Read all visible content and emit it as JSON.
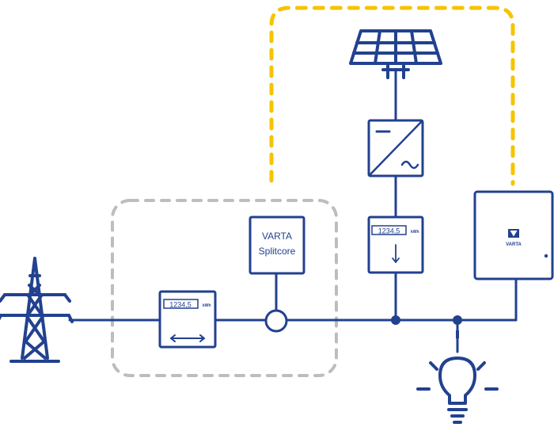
{
  "colors": {
    "line": "#22418f",
    "yellow": "#f5c400",
    "gray": "#bdbdbd",
    "white": "#ffffff"
  },
  "meter_main": {
    "reading": "1234,5",
    "unit": "kWh"
  },
  "meter_pv": {
    "reading": "1234,5",
    "unit": "kWh"
  },
  "splitcore": {
    "line1": "VARTA",
    "line2": "Splitcore"
  },
  "storage": {
    "brand": "VARTA"
  },
  "icons": [
    "pylon-icon",
    "solar-panel-icon",
    "inverter-icon",
    "lightbulb-icon",
    "varta-logo-icon"
  ]
}
